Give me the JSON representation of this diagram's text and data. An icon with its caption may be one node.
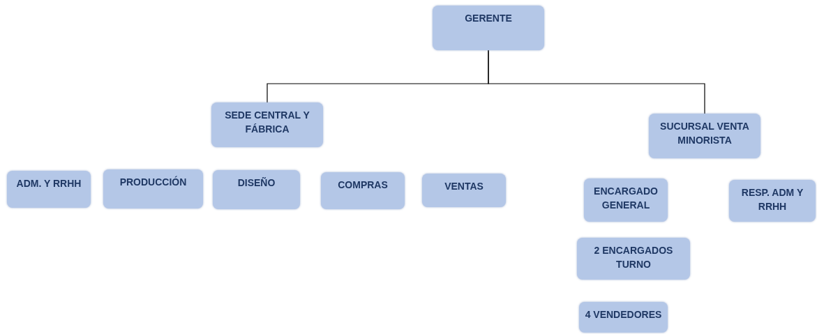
{
  "diagram": {
    "nodes": [
      {
        "text": [
          "GERENTE"
        ]
      },
      {
        "text": [
          "SEDE CENTRAL Y FÁBRICA"
        ]
      },
      {
        "text": [
          "SUCURSAL VENTA MINORISTA"
        ]
      },
      {
        "text": [
          "ADM. Y RRHH"
        ]
      },
      {
        "text": [
          "PRODUCCIÓN"
        ]
      },
      {
        "text": [
          "DISEÑO"
        ]
      },
      {
        "text": [
          "COMPRAS"
        ]
      },
      {
        "text": [
          "VENTAS"
        ]
      },
      {
        "text": [
          "ENCARGADO GENERAL"
        ]
      },
      {
        "text": [
          "RESP. ADM Y RRHH"
        ]
      },
      {
        "text": [
          "2 ENCARGADOS TURNO"
        ]
      },
      {
        "text": [
          "4 VENDEDORES"
        ]
      }
    ],
    "edges": [
      {
        "from": 0,
        "to": 1,
        "arrow": "none"
      },
      {
        "from": 0,
        "to": 2,
        "arrow": "none"
      }
    ]
  }
}
